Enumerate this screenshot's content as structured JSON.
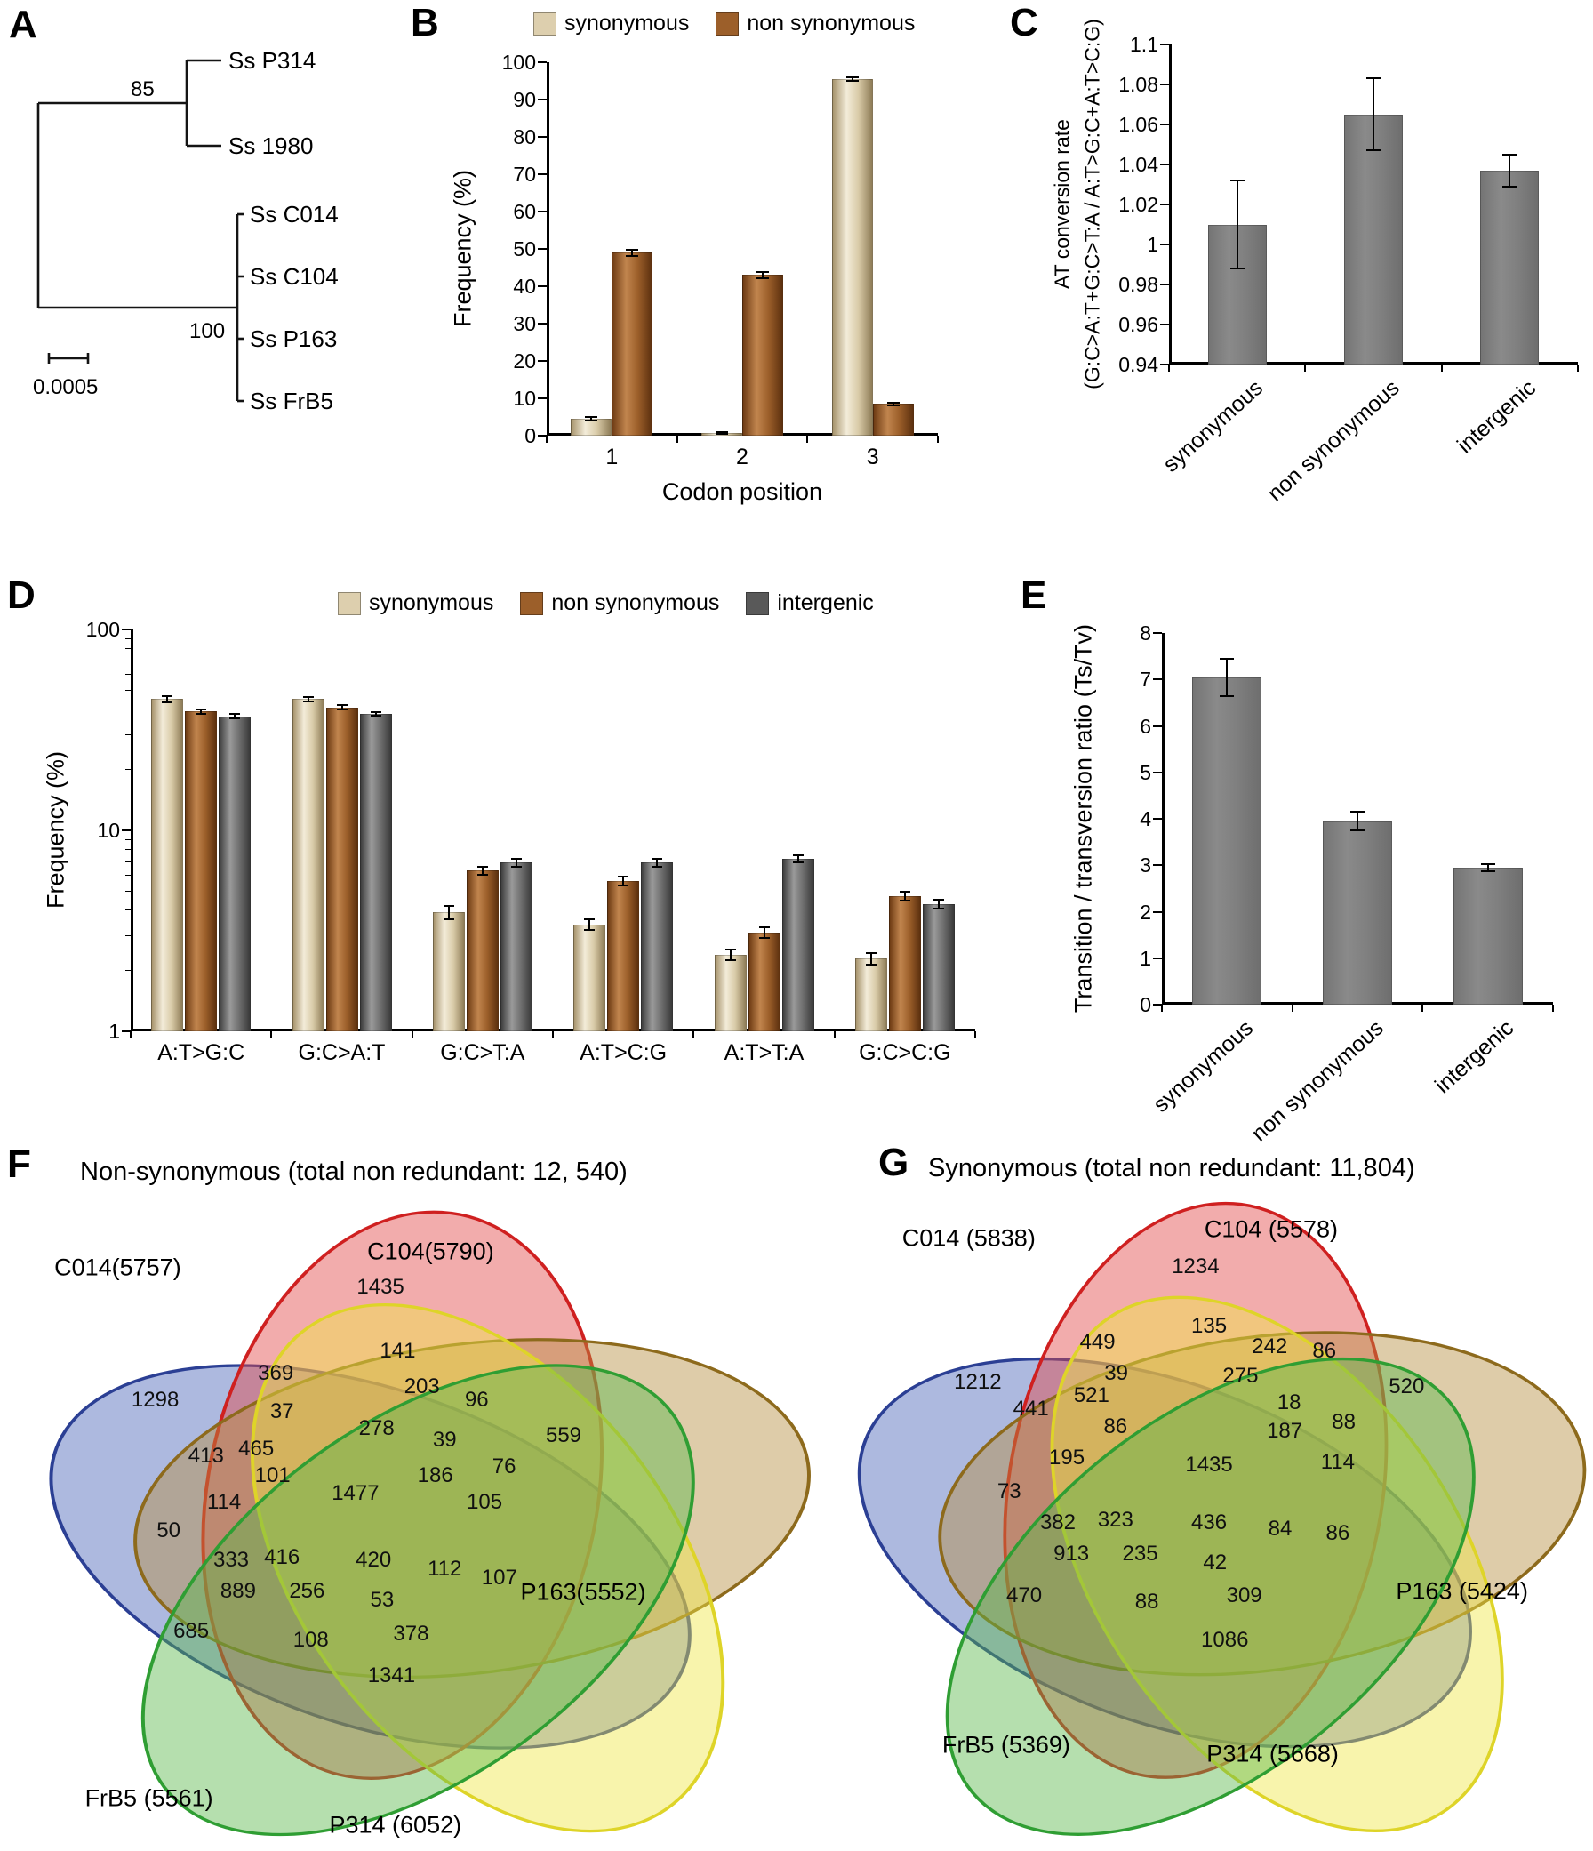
{
  "figure": {
    "panels": {
      "A": {
        "letter": "A"
      },
      "B": {
        "letter": "B"
      },
      "C": {
        "letter": "C"
      },
      "D": {
        "letter": "D"
      },
      "E": {
        "letter": "E"
      },
      "F": {
        "letter": "F"
      },
      "G": {
        "letter": "G"
      }
    }
  },
  "tree": {
    "taxa": [
      "Ss P314",
      "Ss 1980",
      "Ss C014",
      "Ss C104",
      "Ss P163",
      "Ss FrB5"
    ],
    "support": {
      "clade1": "85",
      "clade2": "100"
    },
    "scale_label": "0.0005"
  },
  "palette": {
    "synonymous": {
      "swatch": "#ddcfae",
      "grad": [
        "#a8956e",
        "#f3ecd9",
        "#d9cba8",
        "#8f7d58"
      ]
    },
    "non_synonymous": {
      "swatch": "#9c5f2a",
      "grad": [
        "#6f3c14",
        "#c1854e",
        "#9c5f2a",
        "#5d310f"
      ]
    },
    "intergenic": {
      "swatch": "#595959",
      "grad": [
        "#3f3f3f",
        "#9a9a9a",
        "#6f6f6f",
        "#3a3a3a"
      ]
    },
    "gray": {
      "swatch": "#7f7f7f",
      "grad": [
        "#757575",
        "#8a8a8a",
        "#7f7f7f",
        "#6e6e6e"
      ]
    }
  },
  "chart_data": [
    {
      "id": "B",
      "type": "bar",
      "xlabel": "Codon position",
      "ylabel": "Frequency (%)",
      "categories": [
        "1",
        "2",
        "3"
      ],
      "series": [
        {
          "name": "synonymous",
          "color": "synonymous",
          "values": [
            4.5,
            0.7,
            95.5
          ],
          "errors": [
            0.5,
            0.2,
            0.5
          ]
        },
        {
          "name": "non synonymous",
          "color": "non_synonymous",
          "values": [
            49,
            43,
            8.5
          ],
          "errors": [
            0.8,
            0.8,
            0.4
          ]
        }
      ],
      "ylim": [
        0,
        100
      ],
      "yticks": {
        "values": [
          0,
          10,
          20,
          30,
          40,
          50,
          60,
          70,
          80,
          90,
          100
        ],
        "labels": [
          "0",
          "10",
          "20",
          "30",
          "40",
          "50",
          "60",
          "70",
          "80",
          "90",
          "100"
        ]
      },
      "legend": true
    },
    {
      "id": "C",
      "type": "bar",
      "ylabel_lines": [
        "AT conversion rate",
        "(G:C>A:T+G:C>T:A / A:T>G:C+A:T>C:G)"
      ],
      "categories": [
        "synonymous",
        "non synonymous",
        "intergenic"
      ],
      "series": [
        {
          "name": "",
          "color": "gray",
          "values": [
            1.01,
            1.065,
            1.037
          ],
          "errors": [
            0.022,
            0.018,
            0.008
          ]
        }
      ],
      "ylim": [
        0.94,
        1.1
      ],
      "yticks": {
        "values": [
          0.94,
          0.96,
          0.98,
          1,
          1.02,
          1.04,
          1.06,
          1.08,
          1.1
        ],
        "labels": [
          "0.94",
          "0.96",
          "0.98",
          "1",
          "1.02",
          "1.04",
          "1.06",
          "1.08",
          "1.1"
        ]
      },
      "rotate_x": true
    },
    {
      "id": "D",
      "type": "bar",
      "scale": "log",
      "ylabel": "Frequency (%)",
      "categories": [
        "A:T>G:C",
        "G:C>A:T",
        "G:C>T:A",
        "A:T>C:G",
        "A:T>T:A",
        "G:C>C:G"
      ],
      "series": [
        {
          "name": "synonymous",
          "color": "synonymous",
          "values": [
            45,
            45,
            3.9,
            3.4,
            2.4,
            2.3
          ],
          "errors": [
            1.5,
            1.2,
            0.3,
            0.2,
            0.15,
            0.15
          ]
        },
        {
          "name": "non synonymous",
          "color": "non_synonymous",
          "values": [
            39,
            41,
            6.3,
            5.6,
            3.1,
            4.7
          ],
          "errors": [
            1.0,
            1.0,
            0.3,
            0.3,
            0.2,
            0.25
          ]
        },
        {
          "name": "intergenic",
          "color": "intergenic",
          "values": [
            37,
            38,
            6.9,
            6.9,
            7.2,
            4.3
          ],
          "errors": [
            0.8,
            0.8,
            0.3,
            0.3,
            0.3,
            0.2
          ]
        }
      ],
      "ylim": [
        1,
        100
      ],
      "yticks": {
        "values": [
          1,
          10,
          100
        ],
        "labels": [
          "1",
          "10",
          "100"
        ]
      },
      "legend": true
    },
    {
      "id": "E",
      "type": "bar",
      "ylabel": "Transition / transversion ratio (Ts/Tv)",
      "categories": [
        "synonymous",
        "non synonymous",
        "intergenic"
      ],
      "series": [
        {
          "name": "",
          "color": "gray",
          "values": [
            7.05,
            3.95,
            2.95
          ],
          "errors": [
            0.4,
            0.2,
            0.08
          ]
        }
      ],
      "ylim": [
        0,
        8
      ],
      "yticks": {
        "values": [
          0,
          1,
          2,
          3,
          4,
          5,
          6,
          7,
          8
        ],
        "labels": [
          "0",
          "1",
          "2",
          "3",
          "4",
          "5",
          "6",
          "7",
          "8"
        ]
      },
      "rotate_x": true
    },
    {
      "id": "F",
      "type": "venn5",
      "title": "Non-synonymous (total non redundant: 12, 540)",
      "sets": [
        {
          "label": "C014(5757)",
          "x": 10.5,
          "y": 11.0,
          "stroke": "#2b3f94",
          "fill": "rgba(73,100,183,0.45)"
        },
        {
          "label": "C104(5790)",
          "x": 50.5,
          "y": 8.5,
          "stroke": "#cf2020",
          "fill": "rgba(226,70,70,0.45)"
        },
        {
          "label": "P163(5552)",
          "x": 70.0,
          "y": 60.5,
          "stroke": "#8d6a1c",
          "fill": "rgba(182,142,64,0.45)"
        },
        {
          "label": "P314 (6052)",
          "x": 46.0,
          "y": 96.0,
          "stroke": "#ded428",
          "fill": "rgba(240,230,70,0.45)"
        },
        {
          "label": "FrB5 (5561)",
          "x": 14.5,
          "y": 92.0,
          "stroke": "#2f9e33",
          "fill": "rgba(90,185,75,0.45)"
        }
      ],
      "regions": [
        {
          "value": "1435",
          "x": 44.1,
          "y": 14.0
        },
        {
          "value": "369",
          "x": 30.7,
          "y": 27.1
        },
        {
          "value": "1298",
          "x": 15.3,
          "y": 31.2
        },
        {
          "value": "141",
          "x": 46.3,
          "y": 23.7
        },
        {
          "value": "203",
          "x": 49.4,
          "y": 29.2
        },
        {
          "value": "96",
          "x": 56.4,
          "y": 31.2
        },
        {
          "value": "559",
          "x": 67.5,
          "y": 36.6
        },
        {
          "value": "37",
          "x": 31.5,
          "y": 33.0
        },
        {
          "value": "278",
          "x": 43.6,
          "y": 35.5
        },
        {
          "value": "39",
          "x": 52.3,
          "y": 37.3
        },
        {
          "value": "76",
          "x": 59.9,
          "y": 41.4
        },
        {
          "value": "413",
          "x": 21.8,
          "y": 39.8
        },
        {
          "value": "465",
          "x": 28.2,
          "y": 38.7
        },
        {
          "value": "101",
          "x": 30.3,
          "y": 42.7
        },
        {
          "value": "186",
          "x": 51.1,
          "y": 42.7
        },
        {
          "value": "105",
          "x": 57.4,
          "y": 46.8
        },
        {
          "value": "114",
          "x": 24.1,
          "y": 46.8
        },
        {
          "value": "1477",
          "x": 40.9,
          "y": 45.5
        },
        {
          "value": "50",
          "x": 17.0,
          "y": 51.2
        },
        {
          "value": "333",
          "x": 25.0,
          "y": 55.6
        },
        {
          "value": "416",
          "x": 31.5,
          "y": 55.2
        },
        {
          "value": "420",
          "x": 43.2,
          "y": 55.6
        },
        {
          "value": "112",
          "x": 52.3,
          "y": 57.0
        },
        {
          "value": "107",
          "x": 59.3,
          "y": 58.3
        },
        {
          "value": "889",
          "x": 25.9,
          "y": 60.4
        },
        {
          "value": "256",
          "x": 34.7,
          "y": 60.4
        },
        {
          "value": "53",
          "x": 44.3,
          "y": 61.7
        },
        {
          "value": "685",
          "x": 19.9,
          "y": 66.5
        },
        {
          "value": "108",
          "x": 35.2,
          "y": 67.8
        },
        {
          "value": "378",
          "x": 48.0,
          "y": 66.9
        },
        {
          "value": "1341",
          "x": 45.5,
          "y": 73.3
        }
      ]
    },
    {
      "id": "G",
      "type": "venn5",
      "title": "Synonymous (total non redundant: 11,804)",
      "sets": [
        {
          "label": "C014 (5838)",
          "x": 16.6,
          "y": 7.8,
          "stroke": "#2b3f94",
          "fill": "rgba(73,100,183,0.45)"
        },
        {
          "label": "C104 (5578)",
          "x": 57.0,
          "y": 6.4,
          "stroke": "#cf2020",
          "fill": "rgba(226,70,70,0.45)"
        },
        {
          "label": "P163 (5424)",
          "x": 82.5,
          "y": 60.9,
          "stroke": "#8d6a1c",
          "fill": "rgba(182,142,64,0.45)"
        },
        {
          "label": "P314 (5668)",
          "x": 57.2,
          "y": 85.4,
          "stroke": "#ded428",
          "fill": "rgba(240,230,70,0.45)"
        },
        {
          "label": "FrB5 (5369)",
          "x": 21.6,
          "y": 84.1,
          "stroke": "#2f9e33",
          "fill": "rgba(90,185,75,0.45)"
        }
      ],
      "regions": [
        {
          "value": "1234",
          "x": 46.9,
          "y": 12.0
        },
        {
          "value": "449",
          "x": 33.8,
          "y": 23.4
        },
        {
          "value": "1212",
          "x": 17.8,
          "y": 29.5
        },
        {
          "value": "135",
          "x": 48.7,
          "y": 21.0
        },
        {
          "value": "242",
          "x": 56.8,
          "y": 24.1
        },
        {
          "value": "86",
          "x": 64.1,
          "y": 24.8
        },
        {
          "value": "520",
          "x": 75.1,
          "y": 30.1
        },
        {
          "value": "39",
          "x": 36.3,
          "y": 28.1
        },
        {
          "value": "275",
          "x": 52.9,
          "y": 28.5
        },
        {
          "value": "18",
          "x": 59.4,
          "y": 32.5
        },
        {
          "value": "88",
          "x": 66.7,
          "y": 35.5
        },
        {
          "value": "441",
          "x": 24.9,
          "y": 33.5
        },
        {
          "value": "521",
          "x": 33.0,
          "y": 31.5
        },
        {
          "value": "86",
          "x": 36.2,
          "y": 36.1
        },
        {
          "value": "187",
          "x": 58.8,
          "y": 36.8
        },
        {
          "value": "114",
          "x": 65.9,
          "y": 41.5
        },
        {
          "value": "195",
          "x": 29.7,
          "y": 40.8
        },
        {
          "value": "1435",
          "x": 48.7,
          "y": 41.9
        },
        {
          "value": "73",
          "x": 22.0,
          "y": 45.9
        },
        {
          "value": "382",
          "x": 28.5,
          "y": 50.6
        },
        {
          "value": "323",
          "x": 36.2,
          "y": 50.2
        },
        {
          "value": "436",
          "x": 48.7,
          "y": 50.6
        },
        {
          "value": "84",
          "x": 58.2,
          "y": 51.5
        },
        {
          "value": "86",
          "x": 65.9,
          "y": 52.2
        },
        {
          "value": "913",
          "x": 30.3,
          "y": 55.3
        },
        {
          "value": "235",
          "x": 39.5,
          "y": 55.3
        },
        {
          "value": "42",
          "x": 49.5,
          "y": 56.6
        },
        {
          "value": "470",
          "x": 24.0,
          "y": 61.6
        },
        {
          "value": "88",
          "x": 40.4,
          "y": 62.5
        },
        {
          "value": "309",
          "x": 53.4,
          "y": 61.6
        },
        {
          "value": "1086",
          "x": 50.8,
          "y": 68.3
        }
      ]
    }
  ]
}
